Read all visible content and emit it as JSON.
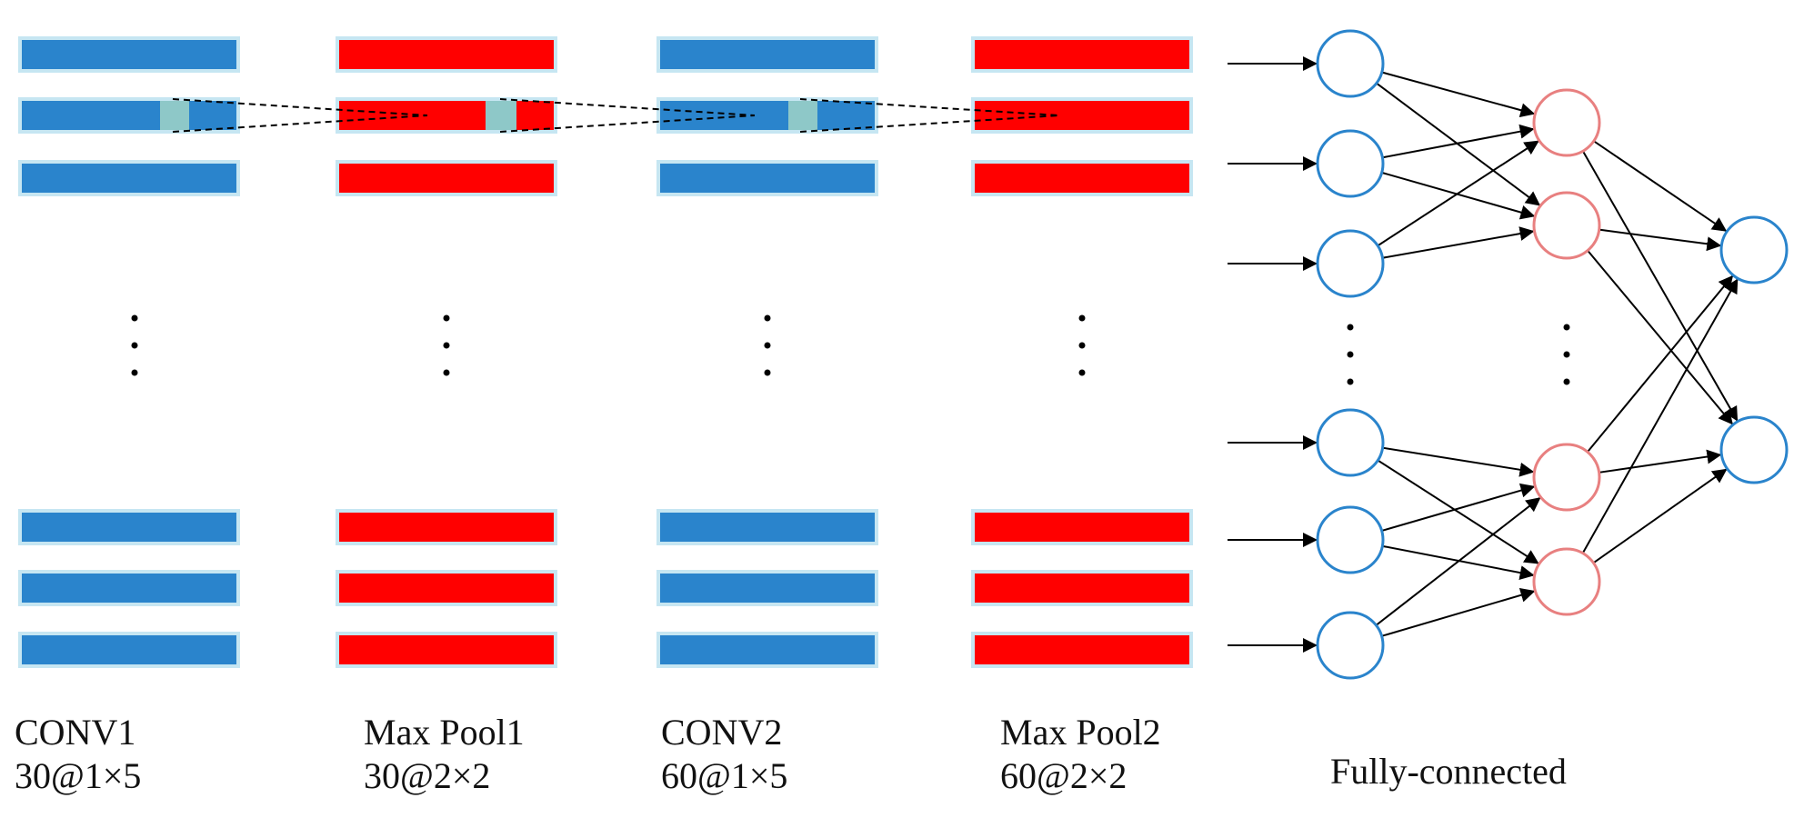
{
  "stages": [
    {
      "name": "CONV1",
      "shape": "30@1×5",
      "kind": "conv"
    },
    {
      "name": "Max Pool1",
      "shape": "30@2×2",
      "kind": "pool"
    },
    {
      "name": "CONV2",
      "shape": "60@1×5",
      "kind": "conv"
    },
    {
      "name": "Max Pool2",
      "shape": "60@2×2",
      "kind": "pool"
    }
  ],
  "fully_connected": {
    "label": "Fully-connected",
    "input_nodes": 6,
    "hidden_nodes": 4,
    "output_nodes": 2
  },
  "colors": {
    "conv_fill": "#2a84cc",
    "pool_fill": "#ff0000",
    "bar_border": "#c6e6f2",
    "kernel_highlight": "#8ec8c8",
    "input_node_stroke": "#2a84cc",
    "hidden_node_stroke": "#e88080",
    "output_node_stroke": "#2a84cc",
    "edge": "#000000"
  }
}
